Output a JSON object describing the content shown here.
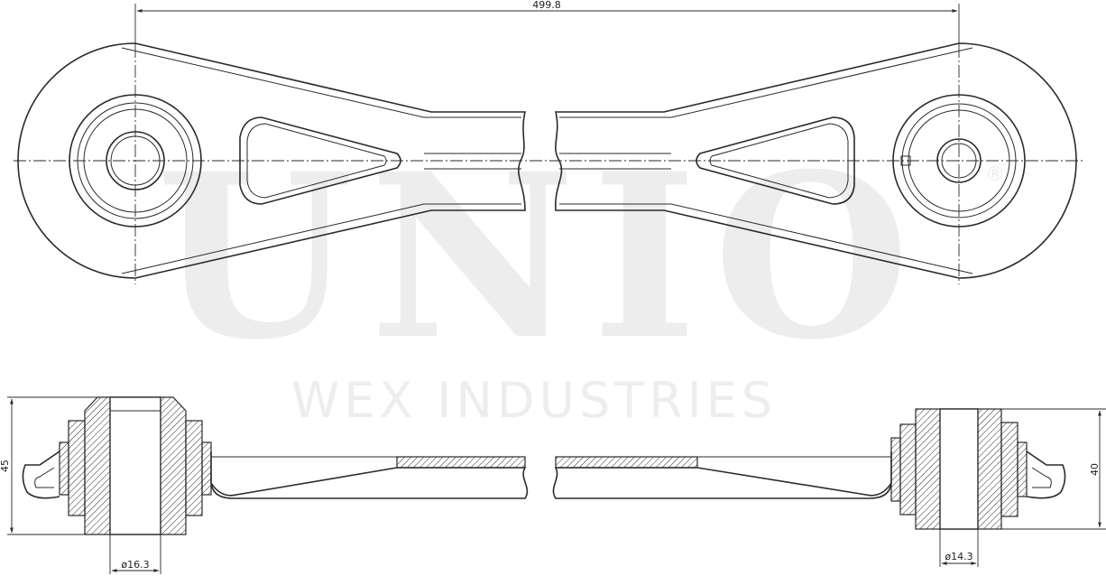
{
  "watermark": {
    "brand": "UNIO",
    "company": "WEX INDUSTRIES",
    "registered": "®"
  },
  "dimensions": {
    "overall_length": "499.8",
    "left_height": "45",
    "right_height": "40",
    "left_bore_diameter": "ø16.3",
    "right_bore_diameter": "ø14.3"
  },
  "colors": {
    "line": "#2a2a2a",
    "watermark": "#ededed",
    "background": "#ffffff"
  }
}
